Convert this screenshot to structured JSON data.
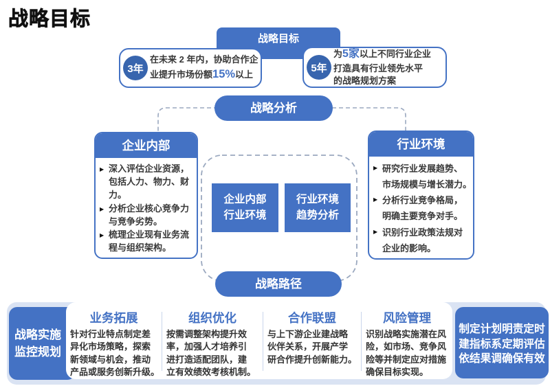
{
  "title": "战略目标",
  "top": {
    "goal_label": "战略目标",
    "callouts": [
      {
        "badge": "3年",
        "before": "在未来 2 年内，协助合作企\n业提升市场份额",
        "highlight": "15%",
        "after": "以上"
      },
      {
        "badge": "5年",
        "before": "为",
        "highlight": "5家",
        "after": "以上不同行业企业\n打造具有行业领先水平\n的战略规划方案"
      }
    ]
  },
  "analysis": {
    "label": "战略分析",
    "left_panel": {
      "title": "企业内部",
      "bullets": [
        "深入评估企业资源，\n包括人力、物力、财\n力。",
        "分析企业核心竞争力\n与竞争劣势。",
        "梳理企业现有业务流\n程与组织架构。"
      ]
    },
    "right_panel": {
      "title": "行业环境",
      "bullets": [
        "研究行业发展趋势、\n市场规模与增长潜力。",
        "分析行业竞争格局，\n明确主要竞争对手。",
        "识别行业政策法规对\n企业的影响。"
      ]
    },
    "center_boxes": [
      {
        "line1": "企业内部",
        "line2": "行业环境"
      },
      {
        "line1": "行业环境",
        "line2": "趋势分析"
      }
    ]
  },
  "path": {
    "label": "战略路径"
  },
  "bottom": {
    "left_label": {
      "line1": "战略实施",
      "line2": "监控规划"
    },
    "right_label": {
      "line1": "制定计划明责定时",
      "line2": "建指标系定期评估",
      "line3": "依结果调确保有效"
    },
    "columns": [
      {
        "title": "业务拓展",
        "text": "针对行业特点制定差\n异化市场策略，探索\n新领域与机会，推动\n产品或服务创新升级。"
      },
      {
        "title": "组织优化",
        "text": "按需调整架构提升效\n率，加强人才培养引\n进打造适配团队，建\n立有效绩效考核机制。"
      },
      {
        "title": "合作联盟",
        "text": "与上下游企业建战略\n伙伴关系，开展产学\n研合作提升创新能力。"
      },
      {
        "title": "风险管理",
        "text": "识别战略实施潜在风\n险，如市场、竞争风\n险等并制定应对措施\n确保目标实现。"
      }
    ]
  },
  "colors": {
    "primary": "#4472C4",
    "badge_circle": "#3865AE",
    "light_band": "#DAE3F3",
    "dashed_line": "#9AA8BF",
    "column_heading": "#4472C4"
  }
}
